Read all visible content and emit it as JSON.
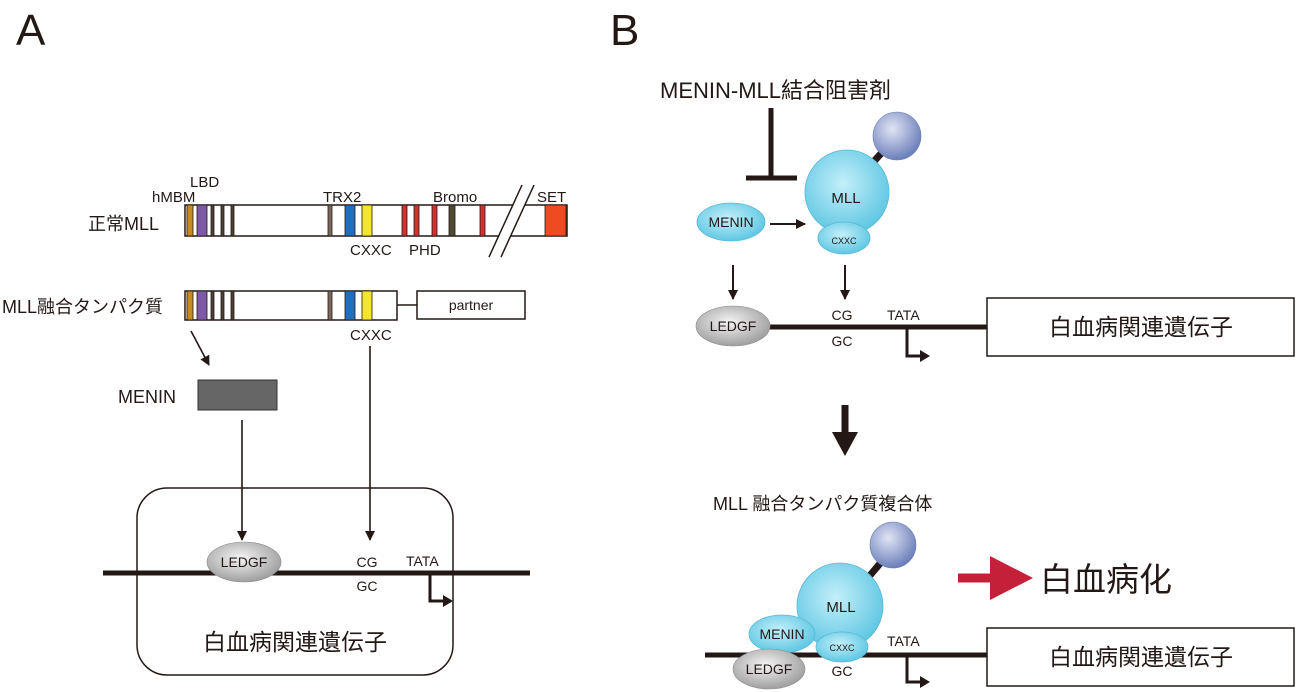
{
  "panel_a": {
    "label": "A",
    "normal_mll": {
      "name": "正常MLL",
      "lbd": "LBD",
      "hmbm": "hMBM",
      "trx2": "TRX2",
      "bromo": "Bromo",
      "set": "SET",
      "cxxc": "CXXC",
      "phd": "PHD"
    },
    "fusion_mll": {
      "name": "MLL融合タンパク質",
      "partner": "partner",
      "cxxc": "CXXC"
    },
    "menin": "MENIN",
    "ledgf": "LEDGF",
    "cg": "CG",
    "gc": "GC",
    "tata": "TATA",
    "gene": "白血病関連遺伝子"
  },
  "panel_b": {
    "label": "B",
    "inhibitor": "MENIN-MLL結合阻害剤",
    "before": {
      "mll": "MLL",
      "cxxc": "CXXC",
      "menin": "MENIN",
      "ledgf": "LEDGF",
      "cg": "CG",
      "gc": "GC",
      "tata": "TATA",
      "gene": "白血病関連遺伝子"
    },
    "complex_title": "MLL 融合タンパク質複合体",
    "after": {
      "mll": "MLL",
      "cxxc": "CXXC",
      "menin": "MENIN",
      "ledgf": "LEDGF",
      "gc": "GC",
      "tata": "TATA",
      "gene": "白血病関連遺伝子"
    },
    "outcome": "白血病化"
  },
  "colors": {
    "hmbm": "#c98a1e",
    "lbd": "#7d5aa5",
    "dark_band": "#4d4037",
    "trx2": "#7a6a5e",
    "cxxc_blue": "#1e6fbf",
    "cxxc_yellow": "#f3e62b",
    "phd": "#d3302f",
    "bromo": "#4e4a33",
    "set": "#ef4b23",
    "menin_box": "#666666",
    "protein_cyan": "#5cc6e2",
    "protein_cyan_light": "#c4effa",
    "ledgf_gray": "#9c9c9c",
    "ledgf_gray_light": "#f5f5f5",
    "ball_blue": "#6d80bb",
    "ball_blue_light": "#e0e5f4",
    "outcome_red": "#c5203a"
  }
}
